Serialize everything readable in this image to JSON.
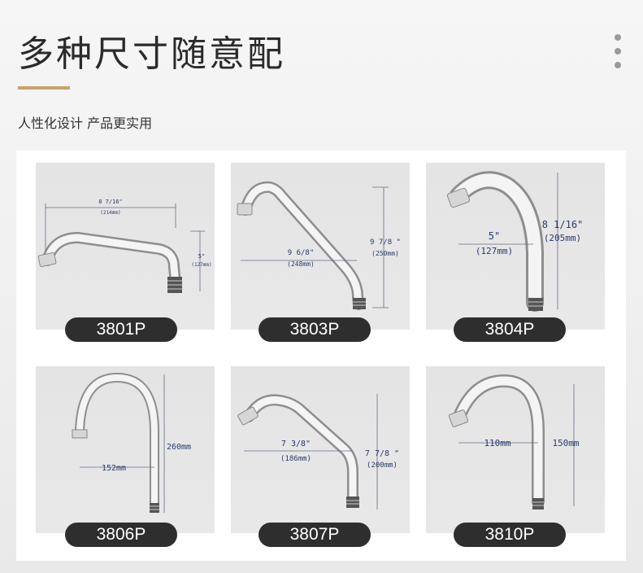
{
  "header": {
    "title": "多种尺寸随意配",
    "subtitle": "人性化设计 产品更实用"
  },
  "colors": {
    "accent": "#c9a266",
    "label_bg": "#2e2e2e",
    "dim_text": "#2a3a6a"
  },
  "products": [
    {
      "model": "3801P",
      "dims": [
        "8 7/16\"",
        "(214mm)",
        "5\"",
        "(127mm)"
      ]
    },
    {
      "model": "3803P",
      "dims": [
        "9 6/8\"",
        "(248mm)",
        "9 7/8 \"",
        "(250mm)"
      ]
    },
    {
      "model": "3804P",
      "dims": [
        "5\"",
        "(127mm)",
        "8 1/16\"",
        "(205mm)"
      ]
    },
    {
      "model": "3806P",
      "dims": [
        "152mm",
        "260mm"
      ]
    },
    {
      "model": "3807P",
      "dims": [
        "7 3/8\"",
        "(186mm)",
        "7 7/8 \"",
        "(200mm)"
      ]
    },
    {
      "model": "3810P",
      "dims": [
        "110mm",
        "150mm"
      ]
    }
  ]
}
